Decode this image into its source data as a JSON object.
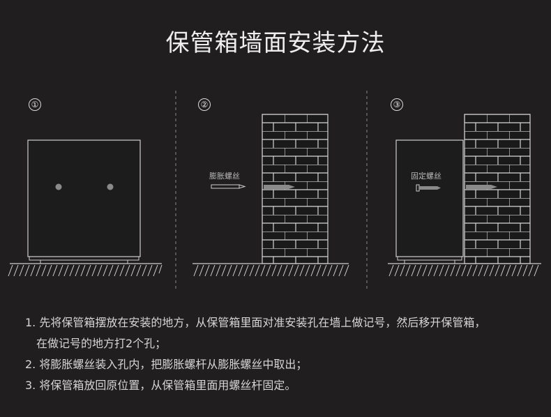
{
  "title": "保管箱墙面安装方法",
  "steps": [
    {
      "number": "①"
    },
    {
      "number": "②",
      "label": "膨胀螺丝"
    },
    {
      "number": "③",
      "label": "固定螺丝"
    }
  ],
  "instructions": [
    "1. 先将保管箱摆放在安装的地方，从保管箱里面对准安装孔在墙上做记号，然后移开保管箱，",
    "在做记号的地方打2个孔；",
    "2. 将膨胀螺丝装入孔内，把膨胀螺杆从膨胀螺丝中取出；",
    "3. 将保管箱放回原位置，从保管箱里面用螺丝杆固定。"
  ],
  "colors": {
    "background": "#201e1f",
    "line": "#cfcfcf",
    "dot": "#8a8a8a"
  }
}
